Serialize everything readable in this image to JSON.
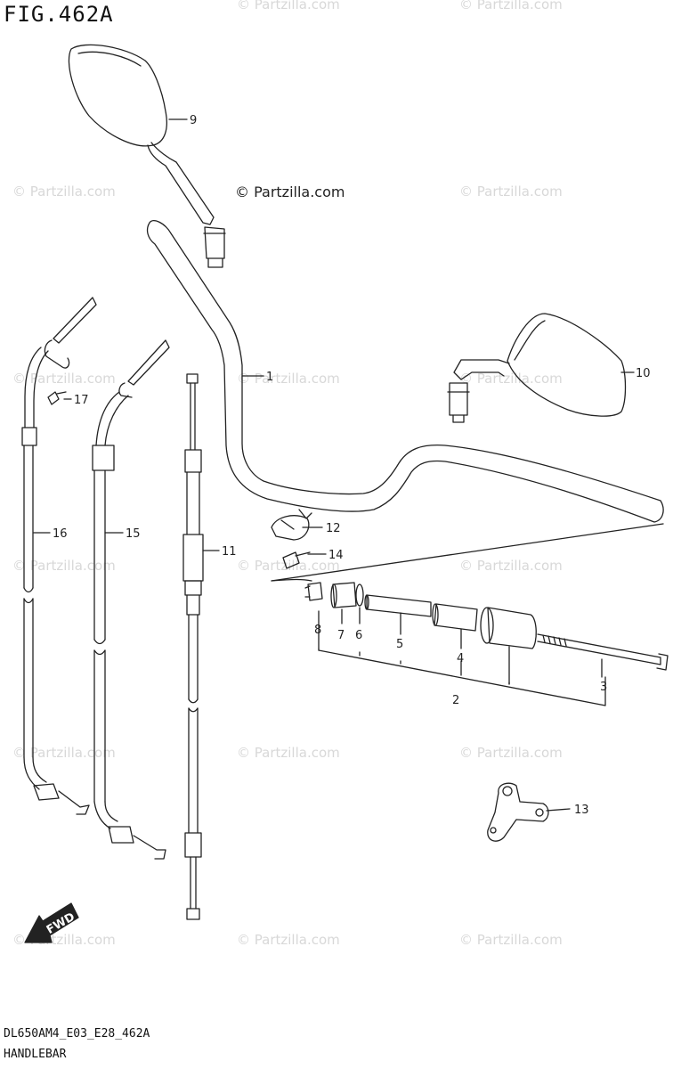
{
  "figure": {
    "title": "FIG.462A"
  },
  "footer": {
    "code": "DL650AM4_E03_E28_462A",
    "name": "HANDLEBAR"
  },
  "watermark": {
    "main": "© Partzilla.com",
    "faint": "© Partzilla.com"
  },
  "fwd_label": "FWD",
  "callouts": {
    "c1": "1",
    "c2": "2",
    "c3": "3",
    "c4": "4",
    "c5": "5",
    "c6": "6",
    "c7": "7",
    "c8": "8",
    "c9": "9",
    "c10": "10",
    "c11": "11",
    "c12": "12",
    "c13": "13",
    "c14": "14",
    "c15": "15",
    "c16": "16",
    "c17": "17"
  }
}
